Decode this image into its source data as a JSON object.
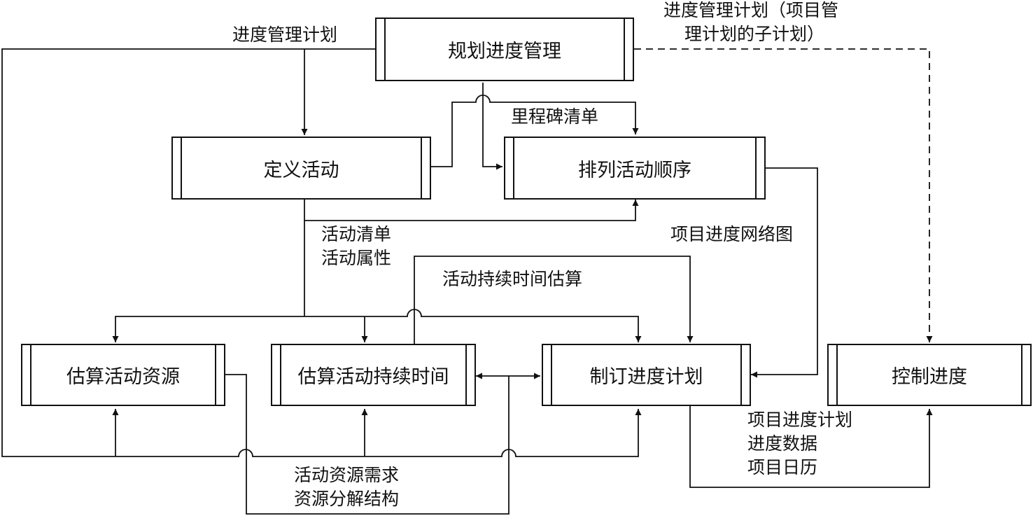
{
  "processes": {
    "plan": "规划进度管理",
    "define": "定义活动",
    "sequence": "排列活动顺序",
    "resources": "估算活动资源",
    "durations": "估算活动持续时间",
    "develop": "制订进度计划",
    "control": "控制进度"
  },
  "labels": {
    "schedule_mgmt_plan": "进度管理计划",
    "schedule_mgmt_plan_sub": [
      "进度管理计划（项目管",
      "理计划的子计划）"
    ],
    "milestone_list": "里程碑清单",
    "activity_outputs": [
      "活动清单",
      "活动属性"
    ],
    "network_diagram": "项目进度网络图",
    "duration_estimates": "活动持续时间估算",
    "schedule_outputs": [
      "项目进度计划",
      "进度数据",
      "项目日历"
    ],
    "resource_outputs": [
      "活动资源需求",
      "资源分解结构"
    ]
  },
  "colors": {
    "line": "#111111",
    "background": "#ffffff"
  }
}
